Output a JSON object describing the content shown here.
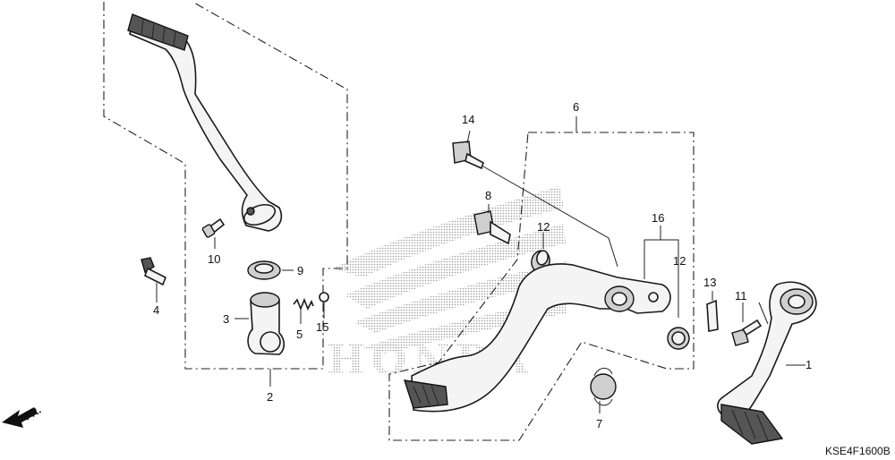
{
  "callouts": {
    "c1": "1",
    "c2": "2",
    "c3": "3",
    "c4": "4",
    "c5": "5",
    "c6": "6",
    "c7": "7",
    "c8": "8",
    "c9": "9",
    "c10": "10",
    "c11": "11",
    "c12a": "12",
    "c12b": "12",
    "c13": "13",
    "c14": "14",
    "c15": "15",
    "c16": "16"
  },
  "direction_label": "FR.",
  "part_code": "KSE4F1600B",
  "watermark_text": "HONDA",
  "colors": {
    "line": "#1a1a1a",
    "watermark": "#9a9a9a"
  }
}
